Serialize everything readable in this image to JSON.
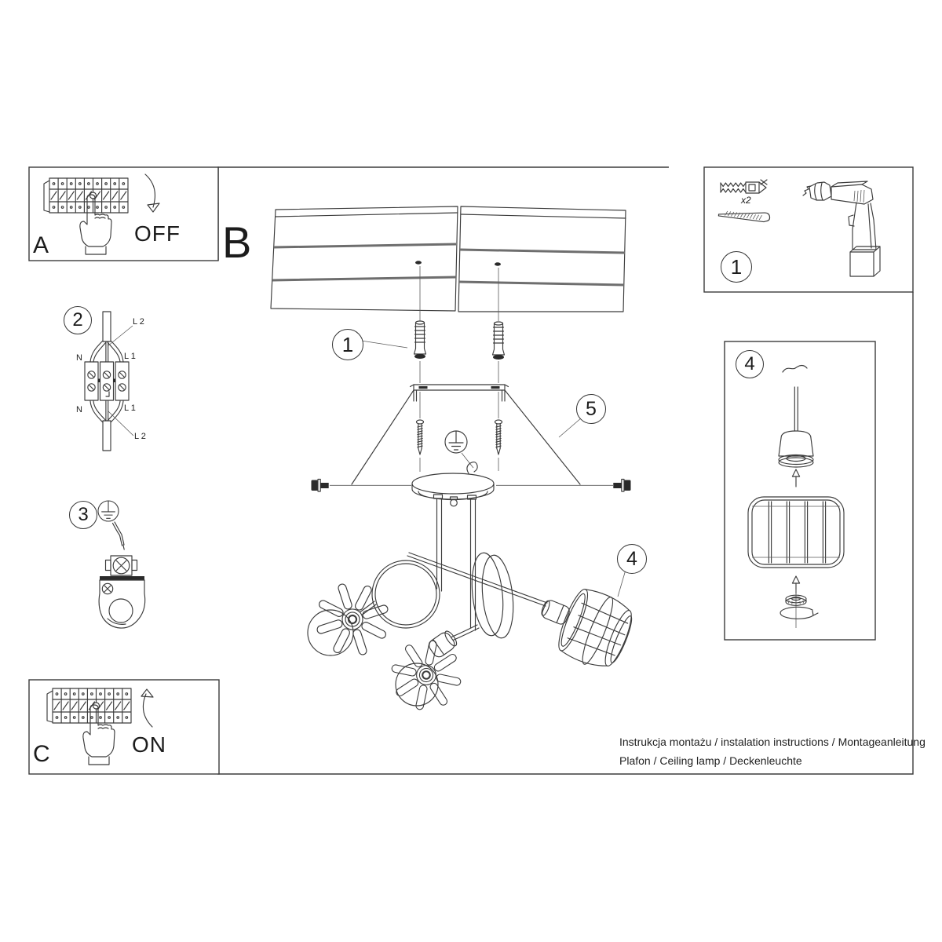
{
  "document": {
    "type": "installation-instruction-sheet",
    "footer": {
      "line1": "Instrukcja montażu / instalation instructions / Montageanleitung",
      "line2": "Plafon / Ceiling lamp / Deckenleuchte"
    }
  },
  "panel_breaker_off": {
    "letter": "A",
    "action_label": "OFF"
  },
  "panel_breaker_on": {
    "letter": "C",
    "action_label": "ON"
  },
  "panel_main": {
    "letter": "B",
    "callouts": {
      "dowel": "1",
      "frame": "5",
      "shade": "4"
    }
  },
  "panel_tools": {
    "number": "1",
    "quantity_label": "x2"
  },
  "panel_wiring": {
    "number": "2",
    "terminals": {
      "top_left": "N",
      "top_right": "L 1",
      "top_line": "L 2",
      "bottom_left": "N",
      "bottom_right": "L 1",
      "bottom_line": "L 2"
    }
  },
  "panel_ground": {
    "number": "3"
  },
  "panel_shade": {
    "number": "4"
  },
  "icons": {
    "earth-ground-icon": "⏚",
    "arrow-up-icon": "↑",
    "arrow-down-icon": "↓",
    "rotate-icon": "⟳"
  },
  "colors": {
    "line": "#3b3b3b",
    "plank": "#6e6e6e",
    "dark_fill": "#2a2a2a",
    "text": "#1c1c1c"
  }
}
